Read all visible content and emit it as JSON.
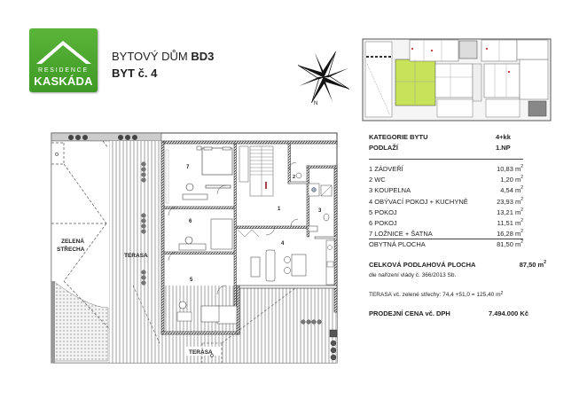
{
  "logo": {
    "line1": "RESIDENCE",
    "line2": "KASKÁDA",
    "color": "#4aa82e"
  },
  "header": {
    "building_prefix": "BYTOVÝ DŮM",
    "building_code": "BD3",
    "unit_label": "BYT č. 4"
  },
  "compass": {
    "icon": "compass-rose-icon",
    "north_label": "N"
  },
  "keyplan": {
    "highlight_color": "#c8e35a",
    "description": "Floor key plan with apartment 4 highlighted"
  },
  "specs": {
    "category_label": "KATEGORIE BYTU",
    "category_value": "4+kk",
    "floor_label": "PODLAŽÍ",
    "floor_value": "1.NP",
    "rooms": [
      {
        "label": "1 ZÁDVEŘÍ",
        "area": "10,83 m"
      },
      {
        "label": "2 WC",
        "area": "1,20 m"
      },
      {
        "label": "3 KOUPELNA",
        "area": "4,54 m"
      },
      {
        "label": "4 OBÝVACÍ POKOJ + KUCHYNĚ",
        "area": "23,93 m"
      },
      {
        "label": "5 POKOJ",
        "area": "13,21 m"
      },
      {
        "label": "6 POKOJ",
        "area": "11,51 m"
      },
      {
        "label": "7 LOŽNICE + ŠATNA",
        "area": "16,28 m"
      }
    ],
    "living_area_label": "OBYTNÁ PLOCHA",
    "living_area_value": "81,50 m",
    "total_area_label": "CELKOVÁ PODLAHOVÁ PLOCHA",
    "total_area_value": "87,50 m",
    "regulation_note": "dle nařízení vlády č. 366/2013 Sb.",
    "terrace_note": "TERASA vč. zelené střechy: 74,4 +51,0 = 125,40 m",
    "price_label": "PRODEJNÍ CENA vč. DPH",
    "price_value": "7.494.000 Kč",
    "unit_sup": "2"
  },
  "plan": {
    "labels": {
      "green_roof_1": "ZELENÁ",
      "green_roof_2": "STŘECHA",
      "terrace_left": "TERASA",
      "terrace_bottom": "TERASA",
      "room1": "1",
      "room2": "2",
      "room3": "3",
      "room4": "4",
      "room5": "5",
      "room6": "6",
      "room7": "7"
    }
  }
}
